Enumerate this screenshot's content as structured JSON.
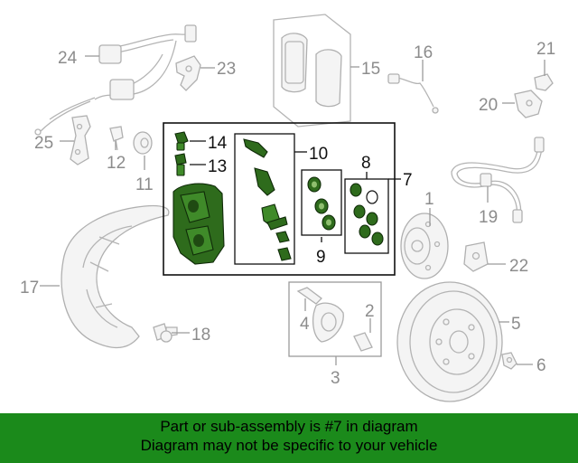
{
  "callouts": {
    "c1": "1",
    "c2": "2",
    "c3": "3",
    "c4": "4",
    "c5": "5",
    "c6": "6",
    "c7": "7",
    "c8": "8",
    "c9": "9",
    "c10": "10",
    "c11": "11",
    "c12": "12",
    "c13": "13",
    "c14": "14",
    "c15": "15",
    "c16": "16",
    "c17": "17",
    "c18": "18",
    "c19": "19",
    "c20": "20",
    "c21": "21",
    "c22": "22",
    "c23": "23",
    "c24": "24",
    "c25": "25"
  },
  "highlight_color": "#2e6b1c",
  "footer": {
    "line1": "Part or sub-assembly is #7 in diagram",
    "line2": "Diagram may not be specific to your vehicle",
    "background": "#1b8a1b"
  }
}
